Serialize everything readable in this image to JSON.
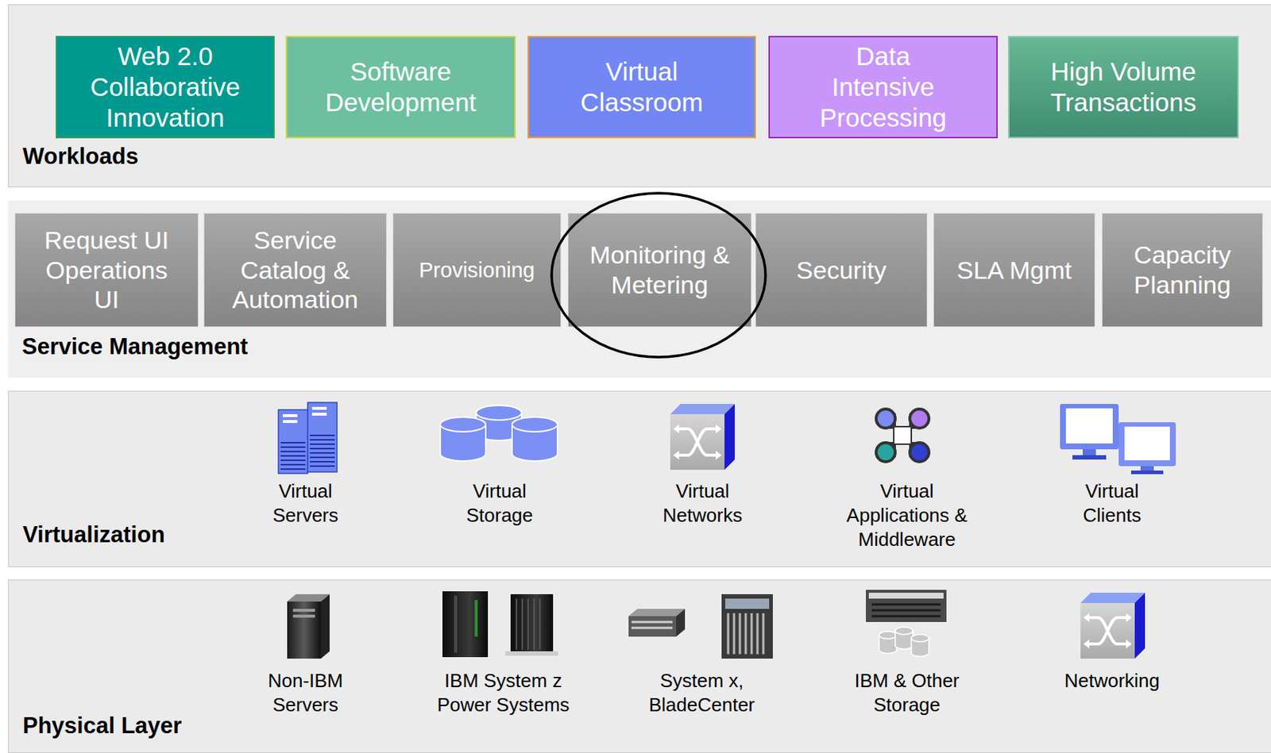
{
  "diagram": {
    "nodes": [
      {
        "text": [
          "Workloads"
        ]
      },
      {
        "text": [
          "Web 2.0 Collaborative Innovation"
        ],
        "in": 0
      },
      {
        "text": [
          "Software Development"
        ],
        "in": 0
      },
      {
        "text": [
          "Virtual Classroom"
        ],
        "in": 0
      },
      {
        "text": [
          "Data Intensive Processing"
        ],
        "in": 0
      },
      {
        "text": [
          "High Volume Transactions"
        ],
        "in": 0
      },
      {
        "text": [
          "Service Management"
        ]
      },
      {
        "text": [
          "Request UI Operations UI"
        ],
        "in": 6
      },
      {
        "text": [
          "Service Catalog & Automation"
        ],
        "in": 6
      },
      {
        "text": [
          "Provisioning"
        ],
        "in": 6
      },
      {
        "text": [
          "Monitoring & Metering"
        ],
        "in": 6
      },
      {
        "text": [
          "Security"
        ],
        "in": 6
      },
      {
        "text": [
          "SLA Mgmt"
        ],
        "in": 6
      },
      {
        "text": [
          "Capacity Planning"
        ],
        "in": 6
      },
      {
        "text": [
          "Virtualization"
        ]
      },
      {
        "text": [
          "Physical Layer"
        ]
      }
    ],
    "labels": [
      "Virtual Servers",
      "Virtual Storage",
      "Virtual Networks",
      "Virtual Applications & Middleware",
      "Virtual Clients",
      "Non-IBM Servers",
      "IBM System z Power Systems",
      "System x, BladeCenter",
      "IBM & Other Storage",
      "Networking"
    ]
  }
}
